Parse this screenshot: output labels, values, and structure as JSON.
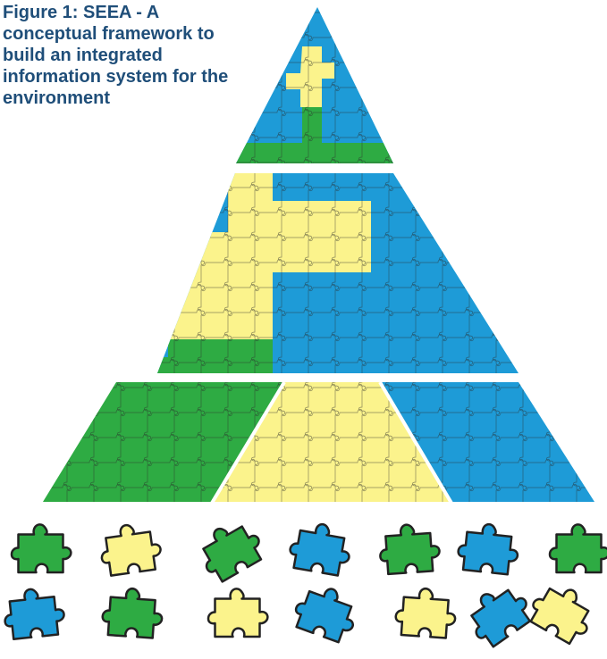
{
  "figure": {
    "title_lines": [
      "Figure 1: SEEA - A",
      "conceptual framework to",
      "build an integrated",
      "information system for the",
      "environment"
    ]
  },
  "colors": {
    "blue": "#1e9bd7",
    "yellow": "#fbf38c",
    "green": "#2eab43",
    "outline": "#222222",
    "title": "#1f4e79"
  },
  "pyramid": {
    "tiers": [
      {
        "name": "top",
        "fill_order": [
          "blue",
          "yellow",
          "green"
        ]
      },
      {
        "name": "middle",
        "fill_order": [
          "blue",
          "yellow",
          "green"
        ]
      },
      {
        "name": "bottom",
        "sections": [
          "green",
          "yellow",
          "blue"
        ]
      }
    ]
  },
  "loose_pieces": {
    "row1": [
      "green",
      "yellow",
      "green",
      "blue",
      "green",
      "blue",
      "green"
    ],
    "row2": [
      "blue",
      "green",
      "yellow",
      "blue",
      "yellow",
      "blue",
      "yellow"
    ]
  }
}
